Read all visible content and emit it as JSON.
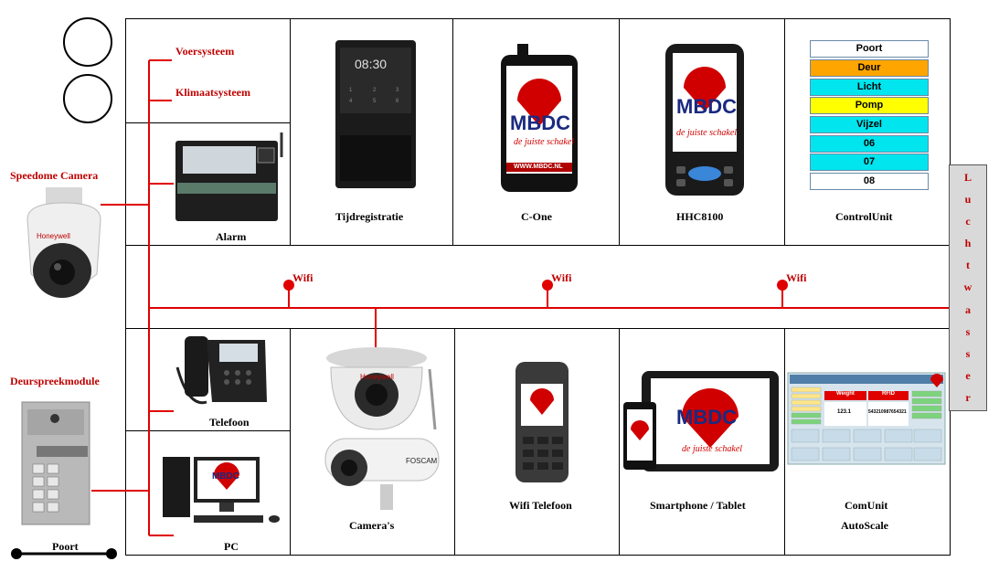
{
  "labels": {
    "voersysteem": "Voersysteem",
    "klimaatsysteem": "Klimaatsysteem",
    "alarm": "Alarm",
    "tijdregistratie": "Tijdregistratie",
    "c_one": "C-One",
    "hhc8100": "HHC8100",
    "controlunit": "ControlUnit",
    "speedome_camera": "Speedome Camera",
    "deurspreekmodule": "Deurspreekmodule",
    "poort": "Poort",
    "telefoon": "Telefoon",
    "pc": "PC",
    "cameras": "Camera's",
    "wifi_telefoon": "Wifi Telefoon",
    "smartphone_tablet": "Smartphone / Tablet",
    "comunit_line1": "ComUnit",
    "comunit_line2": "AutoScale",
    "wifi": [
      "Wifi",
      "Wifi",
      "Wifi"
    ],
    "luchtwasser": [
      "L",
      "u",
      "c",
      "h",
      "t",
      "w",
      "a",
      "s",
      "s",
      "e",
      "r"
    ]
  },
  "control_unit": {
    "items": [
      {
        "label": "Poort",
        "color": "#ffffff"
      },
      {
        "label": "Deur",
        "color": "#ffa500"
      },
      {
        "label": "Licht",
        "color": "#00e5ee"
      },
      {
        "label": "Pomp",
        "color": "#ffff00"
      },
      {
        "label": "Vijzel",
        "color": "#00e5ee"
      },
      {
        "label": "06",
        "color": "#00e5ee"
      },
      {
        "label": "07",
        "color": "#00e5ee"
      },
      {
        "label": "08",
        "color": "#ffffff"
      }
    ]
  },
  "devices": {
    "clock_time": "08:30",
    "brand_text": "MBDC",
    "slogan": "de juiste schakel",
    "url": "WWW.MBDC.NL",
    "camera_brand": "Honeywell",
    "foscam_brand": "FOSCAM",
    "comunit_weight_label": "Weight",
    "comunit_rfid_label": "RFID",
    "comunit_weight_value": "123.1",
    "comunit_rfid_value": "543210987654321"
  },
  "colors": {
    "line_red": "#e00000",
    "label_red": "#c00000",
    "brand_red": "#d00000",
    "brand_blue": "#1a2a80"
  }
}
